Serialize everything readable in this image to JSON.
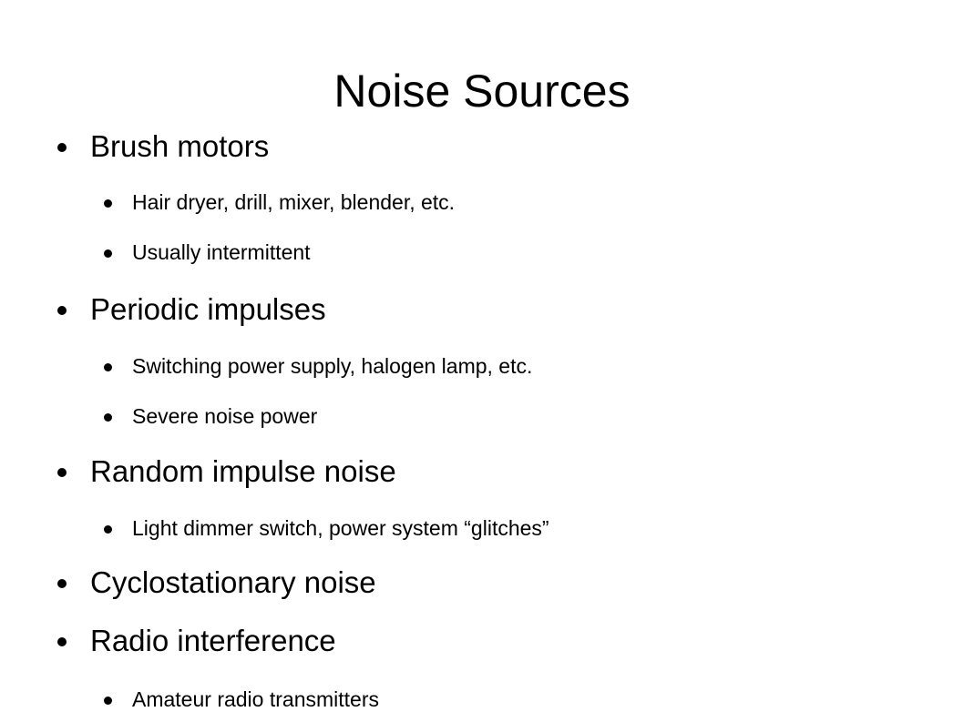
{
  "slide": {
    "title": "Noise Sources",
    "items": [
      {
        "label": "Brush motors"
      },
      {
        "label": "Hair dryer, drill, mixer, blender, etc."
      },
      {
        "label": "Usually intermittent"
      },
      {
        "label": "Periodic impulses"
      },
      {
        "label": "Switching power supply, halogen lamp, etc."
      },
      {
        "label": "Severe noise power"
      },
      {
        "label": "Random impulse noise"
      },
      {
        "label": "Light dimmer switch, power system “glitches”"
      },
      {
        "label": "Cyclostationary noise"
      },
      {
        "label": "Radio interference"
      },
      {
        "label": "Amateur radio transmitters"
      }
    ]
  }
}
